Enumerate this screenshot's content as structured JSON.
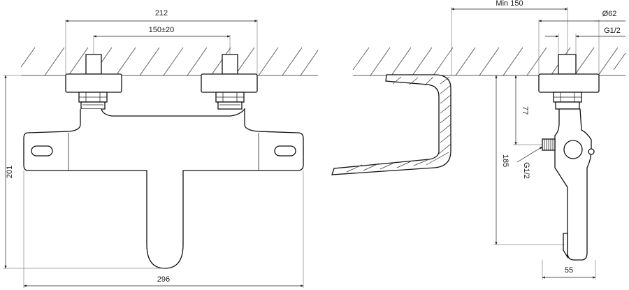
{
  "dimensions": {
    "front_width_top": "212",
    "front_inlet_spacing": "150±20",
    "front_height": "201",
    "front_width_bottom": "296",
    "side_min_wall": "Min 150",
    "side_diameter": "Ø62",
    "side_thread_top": "G1/2",
    "side_offset": "77",
    "side_height": "185",
    "side_thread_outlet": "G1/2",
    "side_depth": "55"
  }
}
